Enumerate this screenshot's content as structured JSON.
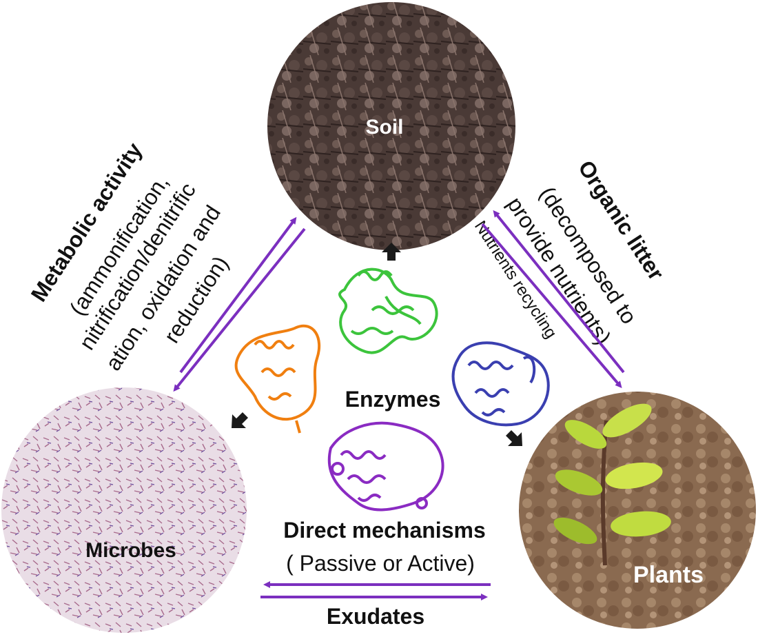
{
  "nodes": {
    "soil": "Soil",
    "microbes": "Microbes",
    "plants": "Plants",
    "enzymes": "Enzymes"
  },
  "left_label": {
    "title": "Metabolic activity",
    "line1": "(ammonification,",
    "line2": "nitrification/denitrific",
    "line3": "ation, oxidation and",
    "line4": "reduction)"
  },
  "right_label": {
    "title": "Organic litter",
    "line1": "(decomposed to",
    "line2": "provide nutrients)",
    "recycling": "Nutrients recycling"
  },
  "bottom_label": {
    "title": "Direct mechanisms",
    "subtitle": "( Passive or Active)",
    "exudates": "Exudates"
  },
  "colors": {
    "arrow": "#7B2FBF",
    "enzyme_green": "#3CC43C",
    "enzyme_orange": "#F07F10",
    "enzyme_blue": "#3A3FB0",
    "enzyme_purple": "#8A2BC2",
    "small_arrow": "#1a1a1a"
  }
}
